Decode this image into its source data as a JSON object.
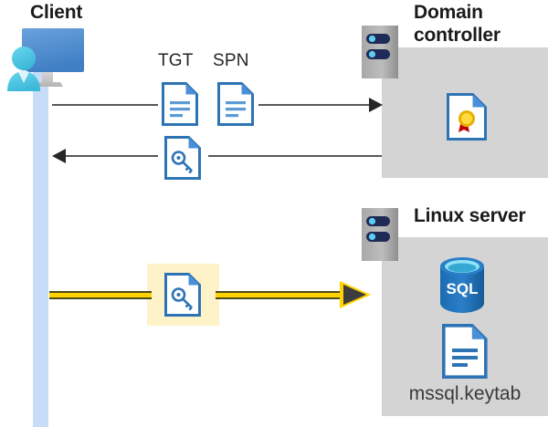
{
  "diagram": {
    "title": "Kerberos authentication flow between client, domain controller and Linux server",
    "type": "sequence-diagram"
  },
  "actors": {
    "client": {
      "label": "Client",
      "icon": "user-monitor-icon"
    },
    "domain_controller": {
      "label": "Domain controller",
      "label_line1": "Domain",
      "label_line2": "controller",
      "icon": "server-rack-icon",
      "contents": [
        {
          "name": "certificate-document-icon",
          "label": ""
        }
      ]
    },
    "linux_server": {
      "label": "Linux server",
      "icon": "server-rack-icon",
      "contents": [
        {
          "name": "sql-database-icon",
          "label": "SQL"
        },
        {
          "name": "keytab-document-icon",
          "label": "mssql.keytab"
        }
      ]
    }
  },
  "messages": [
    {
      "id": "request",
      "direction": "right",
      "from": "client",
      "to": "domain_controller",
      "labels": [
        "TGT",
        "SPN"
      ],
      "icons": [
        "document-icon",
        "document-icon"
      ],
      "color": "#595959"
    },
    {
      "id": "response",
      "direction": "left",
      "from": "domain_controller",
      "to": "client",
      "labels": [],
      "icons": [
        "key-document-icon"
      ],
      "color": "#595959"
    },
    {
      "id": "service-ticket",
      "direction": "right",
      "from": "client",
      "to": "linux_server",
      "labels": [],
      "icons": [
        "key-document-icon"
      ],
      "color": "#ffd200",
      "highlighted": true
    }
  ],
  "labels": {
    "tgt": "TGT",
    "spn": "SPN",
    "sql": "SQL",
    "keytab_filename": "mssql.keytab"
  },
  "colors": {
    "panel_gray": "#d4d4d4",
    "lifeline_blue": "#c6dcf8",
    "highlight_yellow": "#fdf2c8",
    "arrow_gold": "#ffd200",
    "line_gray": "#595959",
    "doc_blue": "#2e74b5",
    "sql_blue": "#1f6cb0",
    "text_dark": "#1a1a1a"
  }
}
